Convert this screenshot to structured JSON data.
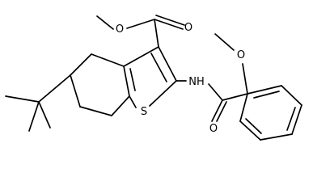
{
  "molecule": {
    "atom_labels": {
      "ester_carbonyl_o": "O",
      "ester_ether_o": "O",
      "sulfur": "S",
      "amide_nh": "NH",
      "amide_carbonyl_o": "O",
      "methoxy_o": "O"
    }
  }
}
